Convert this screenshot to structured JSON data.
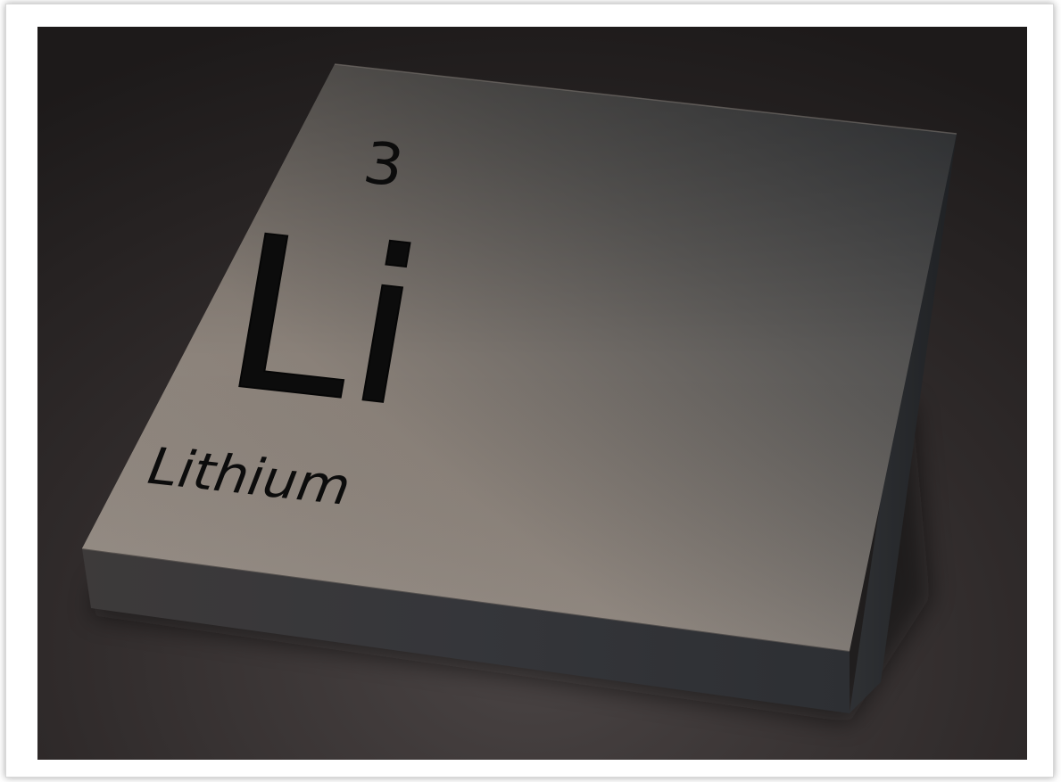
{
  "element": {
    "number": "3",
    "symbol": "Li",
    "name": "Lithium"
  },
  "colors": {
    "background_dark": "#2a2626",
    "tile_light": "#8a8179",
    "tile_dark": "#3c3d3f",
    "engraving": "#0c0c0c"
  }
}
